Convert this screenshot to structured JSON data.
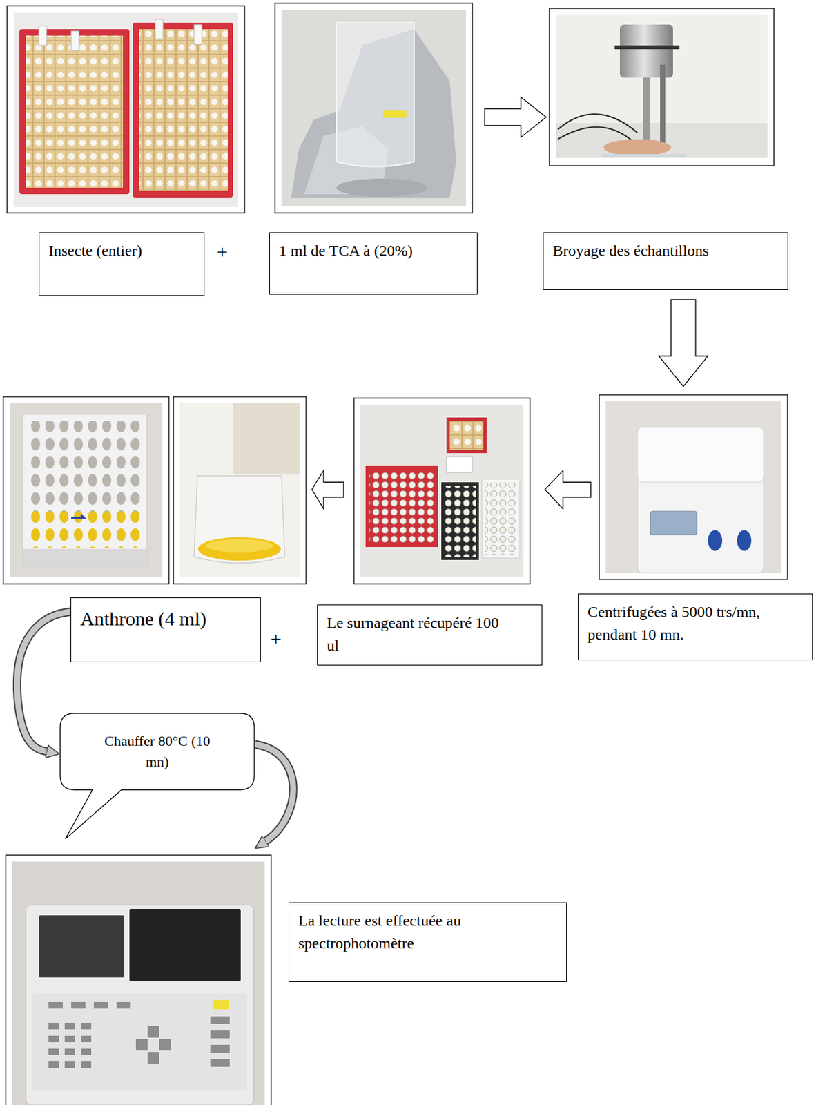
{
  "diagram": {
    "nodes": [
      {
        "text": [
          "Insecte (entier)"
        ]
      },
      {
        "text": [
          "1 ml de TCA à (20%)"
        ]
      },
      {
        "text": [
          "Broyage des échantillons"
        ]
      },
      {
        "text": [
          "Centrifugées à 5000 trs/mn, pendant 10 mn."
        ]
      },
      {
        "text": [
          "Le surnageant récupéré 100 ul"
        ]
      },
      {
        "text": [
          "Anthrone (4 ml)"
        ]
      },
      {
        "text": [
          "Chauffer 80°C (10 mn)"
        ]
      },
      {
        "text": [
          "La lecture est effectuée au spectrophotomètre"
        ]
      }
    ],
    "edges": [
      {
        "from": 5,
        "to": 6,
        "arrow": "to"
      }
    ],
    "labels": [
      "+",
      "+"
    ]
  }
}
